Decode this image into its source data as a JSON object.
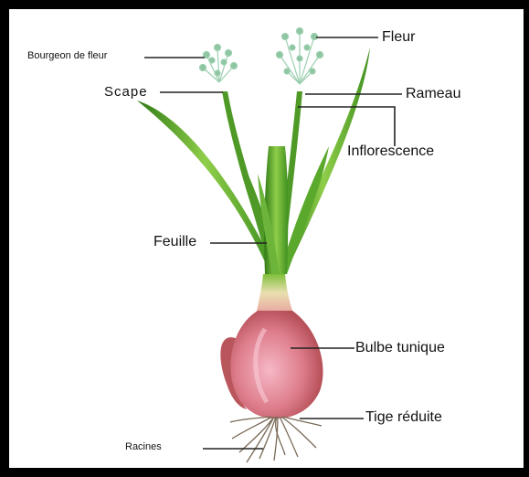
{
  "labels": {
    "bourgeon": "Bourgeon de fleur",
    "scape": "Scape",
    "fleur": "Fleur",
    "rameau": "Rameau",
    "inflorescence": "Inflorescence",
    "feuille": "Feuille",
    "bulbe": "Bulbe tunique",
    "tige": "Tige réduite",
    "racines": "Racines"
  },
  "colors": {
    "leaf_dark": "#3f8f1f",
    "leaf_light": "#8fce4a",
    "bulb_dark": "#b64a4c",
    "bulb_light": "#f2a7b3",
    "bulb_neck": "#e9dfb0",
    "roots": "#7a6a58",
    "flower": "#8fc6a2"
  }
}
